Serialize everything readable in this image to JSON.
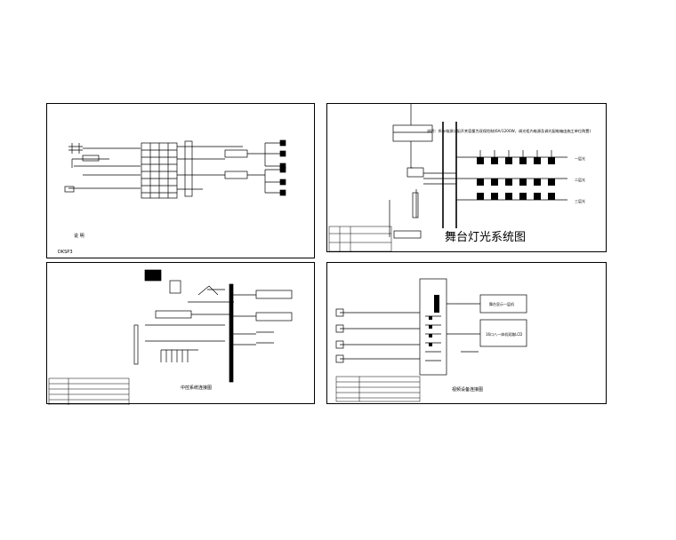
{
  "sheets": [
    {
      "id": "sheet-1",
      "notes": [
        "说 明",
        "DKSP3"
      ]
    },
    {
      "id": "sheet-2",
      "title": "舞台灯光系统图",
      "header_note": "说明：所有电源分配开关容量为双保险制(6A/1200W，调光柜内电源及调光配电箱由施工单位购置)",
      "row_labels": [
        "一层光",
        "二层光",
        "三层光"
      ]
    },
    {
      "id": "sheet-3",
      "title": "中控系统连接图"
    },
    {
      "id": "sheet-4",
      "title": "视频设备连接图",
      "box_labels": [
        "舞台显示一层机",
        "16口八一体机双路LCD"
      ]
    }
  ]
}
